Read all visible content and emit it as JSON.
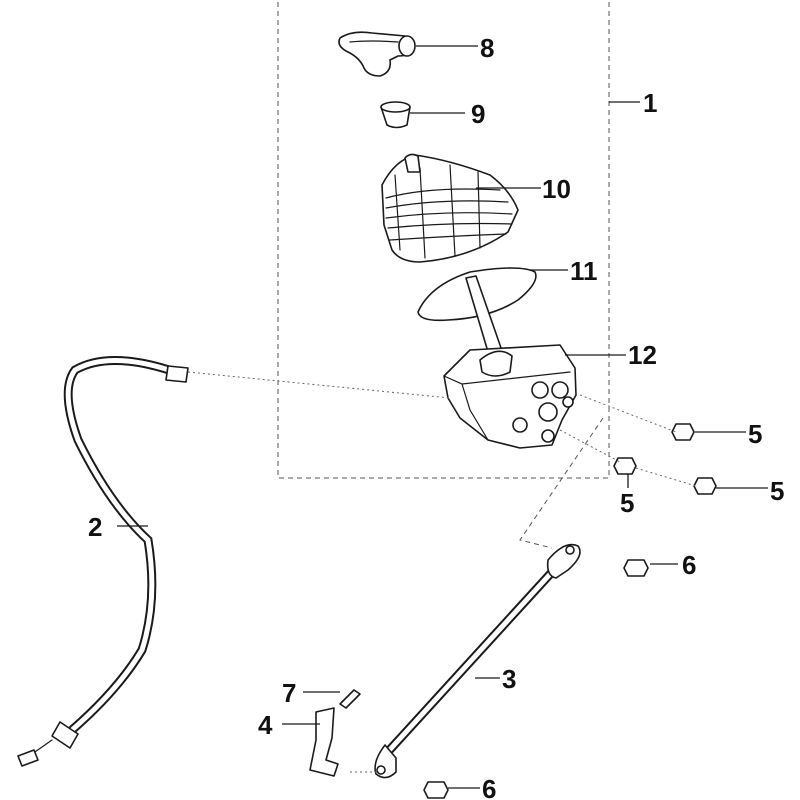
{
  "diagram": {
    "type": "exploded-parts-diagram",
    "line_color": "#1a1a1a",
    "background": "#ffffff",
    "callouts": [
      {
        "id": "c1",
        "label": "1"
      },
      {
        "id": "c2",
        "label": "2"
      },
      {
        "id": "c3",
        "label": "3"
      },
      {
        "id": "c4",
        "label": "4"
      },
      {
        "id": "c5a",
        "label": "5"
      },
      {
        "id": "c5b",
        "label": "5"
      },
      {
        "id": "c5c",
        "label": "5"
      },
      {
        "id": "c6a",
        "label": "6"
      },
      {
        "id": "c6b",
        "label": "6"
      },
      {
        "id": "c7",
        "label": "7"
      },
      {
        "id": "c8",
        "label": "8"
      },
      {
        "id": "c9",
        "label": "9"
      },
      {
        "id": "c10",
        "label": "10"
      },
      {
        "id": "c11",
        "label": "11"
      },
      {
        "id": "c12",
        "label": "12"
      }
    ]
  }
}
